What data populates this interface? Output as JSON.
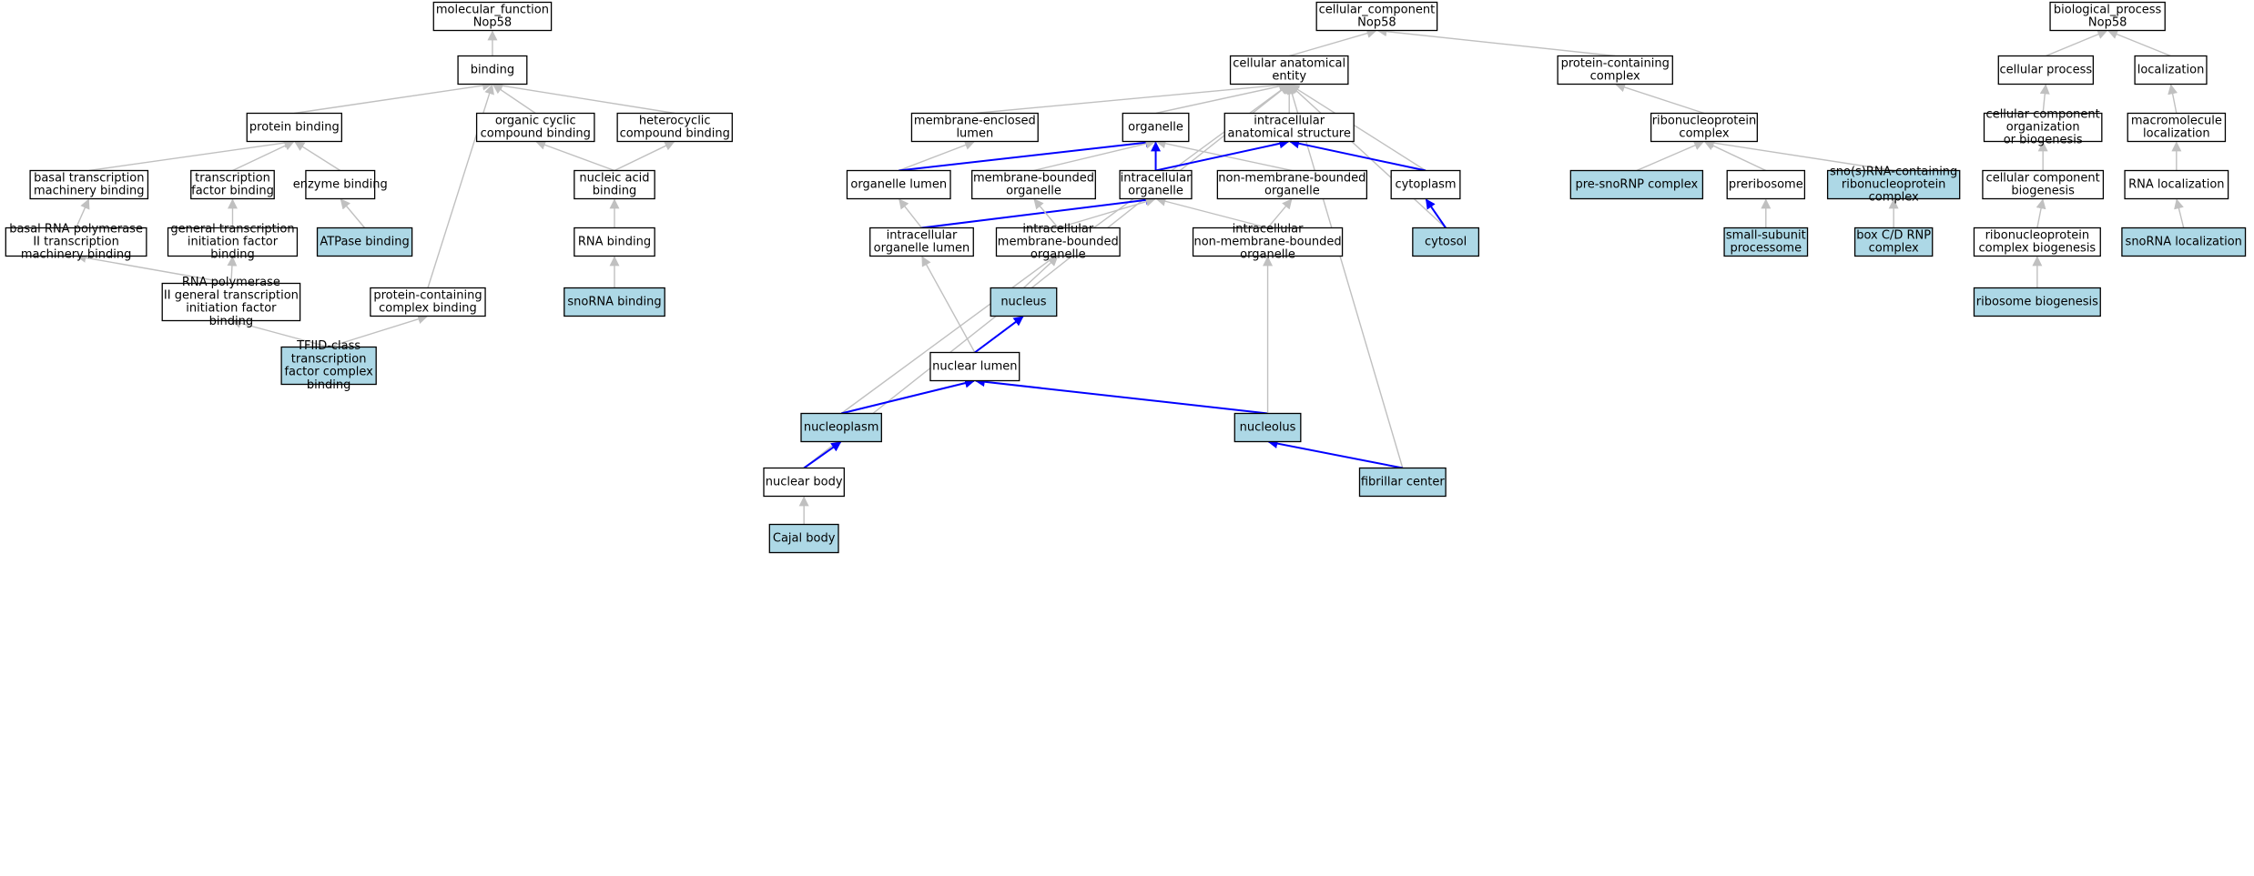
{
  "colors": {
    "highlight": "#add8e6",
    "plain": "#ffffff",
    "edge_default": "#c0c0c0",
    "edge_highlight": "#0000ff"
  },
  "nodes": {
    "mf_root": {
      "lines": [
        "molecular_function",
        "Nop58"
      ],
      "hl": false
    },
    "binding": {
      "lines": [
        "binding"
      ],
      "hl": false
    },
    "protein_binding": {
      "lines": [
        "protein binding"
      ],
      "hl": false
    },
    "organic_cyclic": {
      "lines": [
        "organic cyclic",
        "compound binding"
      ],
      "hl": false
    },
    "heterocyclic": {
      "lines": [
        "heterocyclic",
        "compound binding"
      ],
      "hl": false
    },
    "basal_machinery": {
      "lines": [
        "basal transcription",
        "machinery binding"
      ],
      "hl": false
    },
    "tf_binding": {
      "lines": [
        "transcription",
        "factor binding"
      ],
      "hl": false
    },
    "enzyme_binding": {
      "lines": [
        "enzyme binding"
      ],
      "hl": false
    },
    "nucleic_acid": {
      "lines": [
        "nucleic acid",
        "binding"
      ],
      "hl": false
    },
    "basal_rnap2": {
      "lines": [
        "basal RNA polymerase",
        "II transcription",
        "machinery binding"
      ],
      "hl": false
    },
    "gtif_binding": {
      "lines": [
        "general transcription",
        "initiation factor",
        "binding"
      ],
      "hl": false
    },
    "atpase": {
      "lines": [
        "ATPase binding"
      ],
      "hl": true
    },
    "rna_binding": {
      "lines": [
        "RNA binding"
      ],
      "hl": false
    },
    "rnap2_gtif": {
      "lines": [
        "RNA polymerase",
        "II general transcription",
        "initiation factor",
        "binding"
      ],
      "hl": false
    },
    "pc_complex_binding": {
      "lines": [
        "protein-containing",
        "complex binding"
      ],
      "hl": false
    },
    "snorna_binding": {
      "lines": [
        "snoRNA binding"
      ],
      "hl": true
    },
    "tfiid": {
      "lines": [
        "TFIID-class",
        "transcription",
        "factor complex",
        "binding"
      ],
      "hl": true
    },
    "cc_root": {
      "lines": [
        "cellular_component",
        "Nop58"
      ],
      "hl": false
    },
    "cae": {
      "lines": [
        "cellular anatomical",
        "entity"
      ],
      "hl": false
    },
    "pc_complex": {
      "lines": [
        "protein-containing",
        "complex"
      ],
      "hl": false
    },
    "mem_lumen": {
      "lines": [
        "membrane-enclosed",
        "lumen"
      ],
      "hl": false
    },
    "organelle": {
      "lines": [
        "organelle"
      ],
      "hl": false
    },
    "ias": {
      "lines": [
        "intracellular",
        "anatomical structure"
      ],
      "hl": false
    },
    "rnp_complex": {
      "lines": [
        "ribonucleoprotein",
        "complex"
      ],
      "hl": false
    },
    "organelle_lumen": {
      "lines": [
        "organelle lumen"
      ],
      "hl": false
    },
    "mbo": {
      "lines": [
        "membrane-bounded",
        "organelle"
      ],
      "hl": false
    },
    "io": {
      "lines": [
        "intracellular",
        "organelle"
      ],
      "hl": false
    },
    "nmbo": {
      "lines": [
        "non-membrane-bounded",
        "organelle"
      ],
      "hl": false
    },
    "cytoplasm": {
      "lines": [
        "cytoplasm"
      ],
      "hl": false
    },
    "pre_snornp": {
      "lines": [
        "pre-snoRNP complex"
      ],
      "hl": true
    },
    "preribosome": {
      "lines": [
        "preribosome"
      ],
      "hl": false
    },
    "snorna_rnp": {
      "lines": [
        "sno(s)RNA-containing",
        "ribonucleoprotein",
        "complex"
      ],
      "hl": true
    },
    "iol": {
      "lines": [
        "intracellular",
        "organelle lumen"
      ],
      "hl": false
    },
    "imbo": {
      "lines": [
        "intracellular",
        "membrane-bounded",
        "organelle"
      ],
      "hl": false
    },
    "inmbo": {
      "lines": [
        "intracellular",
        "non-membrane-bounded",
        "organelle"
      ],
      "hl": false
    },
    "cytosol": {
      "lines": [
        "cytosol"
      ],
      "hl": true
    },
    "ssu": {
      "lines": [
        "small-subunit",
        "processome"
      ],
      "hl": true
    },
    "boxcd": {
      "lines": [
        "box C/D RNP",
        "complex"
      ],
      "hl": true
    },
    "nucleus": {
      "lines": [
        "nucleus"
      ],
      "hl": true
    },
    "nuclear_lumen": {
      "lines": [
        "nuclear lumen"
      ],
      "hl": false
    },
    "nucleoplasm": {
      "lines": [
        "nucleoplasm"
      ],
      "hl": true
    },
    "nucleolus": {
      "lines": [
        "nucleolus"
      ],
      "hl": true
    },
    "nuclear_body": {
      "lines": [
        "nuclear body"
      ],
      "hl": false
    },
    "fibrillar": {
      "lines": [
        "fibrillar center"
      ],
      "hl": true
    },
    "cajal": {
      "lines": [
        "Cajal body"
      ],
      "hl": true
    },
    "bp_root": {
      "lines": [
        "biological_process",
        "Nop58"
      ],
      "hl": false
    },
    "cellular_process": {
      "lines": [
        "cellular process"
      ],
      "hl": false
    },
    "localization": {
      "lines": [
        "localization"
      ],
      "hl": false
    },
    "ccob": {
      "lines": [
        "cellular component",
        "organization",
        "or biogenesis"
      ],
      "hl": false
    },
    "macro_loc": {
      "lines": [
        "macromolecule",
        "localization"
      ],
      "hl": false
    },
    "ccb": {
      "lines": [
        "cellular component",
        "biogenesis"
      ],
      "hl": false
    },
    "rna_loc": {
      "lines": [
        "RNA localization"
      ],
      "hl": false
    },
    "rnp_biogenesis": {
      "lines": [
        "ribonucleoprotein",
        "complex biogenesis"
      ],
      "hl": false
    },
    "snorna_loc": {
      "lines": [
        "snoRNA localization"
      ],
      "hl": true
    },
    "ribosome_biogenesis": {
      "lines": [
        "ribosome biogenesis"
      ],
      "hl": true
    }
  },
  "edges": [
    [
      "binding",
      "mf_root",
      false
    ],
    [
      "protein_binding",
      "binding",
      false
    ],
    [
      "organic_cyclic",
      "binding",
      false
    ],
    [
      "heterocyclic",
      "binding",
      false
    ],
    [
      "pc_complex_binding",
      "binding",
      false
    ],
    [
      "basal_machinery",
      "protein_binding",
      false
    ],
    [
      "tf_binding",
      "protein_binding",
      false
    ],
    [
      "enzyme_binding",
      "protein_binding",
      false
    ],
    [
      "nucleic_acid",
      "organic_cyclic",
      false
    ],
    [
      "nucleic_acid",
      "heterocyclic",
      false
    ],
    [
      "basal_rnap2",
      "basal_machinery",
      false
    ],
    [
      "gtif_binding",
      "tf_binding",
      false
    ],
    [
      "atpase",
      "enzyme_binding",
      false
    ],
    [
      "rna_binding",
      "nucleic_acid",
      false
    ],
    [
      "rnap2_gtif",
      "basal_rnap2",
      false
    ],
    [
      "rnap2_gtif",
      "gtif_binding",
      false
    ],
    [
      "snorna_binding",
      "rna_binding",
      false
    ],
    [
      "tfiid",
      "rnap2_gtif",
      false
    ],
    [
      "tfiid",
      "pc_complex_binding",
      false
    ],
    [
      "cae",
      "cc_root",
      false
    ],
    [
      "pc_complex",
      "cc_root",
      false
    ],
    [
      "mem_lumen",
      "cae",
      false
    ],
    [
      "organelle",
      "cae",
      false
    ],
    [
      "ias",
      "cae",
      false
    ],
    [
      "cytoplasm",
      "cae",
      false
    ],
    [
      "cytosol",
      "cae",
      false
    ],
    [
      "nucleoplasm",
      "cae",
      false
    ],
    [
      "nuclear_body",
      "cae",
      false
    ],
    [
      "fibrillar",
      "cae",
      false
    ],
    [
      "rnp_complex",
      "pc_complex",
      false
    ],
    [
      "organelle_lumen",
      "mem_lumen",
      false
    ],
    [
      "organelle_lumen",
      "organelle",
      true
    ],
    [
      "mbo",
      "organelle",
      false
    ],
    [
      "io",
      "organelle",
      true
    ],
    [
      "nmbo",
      "organelle",
      false
    ],
    [
      "io",
      "ias",
      true
    ],
    [
      "cytoplasm",
      "ias",
      true
    ],
    [
      "pre_snornp",
      "rnp_complex",
      false
    ],
    [
      "preribosome",
      "rnp_complex",
      false
    ],
    [
      "snorna_rnp",
      "rnp_complex",
      false
    ],
    [
      "iol",
      "organelle_lumen",
      false
    ],
    [
      "iol",
      "io",
      true
    ],
    [
      "imbo",
      "mbo",
      false
    ],
    [
      "imbo",
      "io",
      false
    ],
    [
      "inmbo",
      "io",
      false
    ],
    [
      "inmbo",
      "nmbo",
      false
    ],
    [
      "cytosol",
      "cytoplasm",
      true
    ],
    [
      "ssu",
      "preribosome",
      false
    ],
    [
      "boxcd",
      "snorna_rnp",
      false
    ],
    [
      "nucleus",
      "imbo",
      false
    ],
    [
      "nuclear_lumen",
      "iol",
      false
    ],
    [
      "nuclear_lumen",
      "nucleus",
      true
    ],
    [
      "nucleoplasm",
      "nuclear_lumen",
      true
    ],
    [
      "nucleolus",
      "nuclear_lumen",
      true
    ],
    [
      "nucleolus",
      "inmbo",
      false
    ],
    [
      "nuclear_body",
      "nucleoplasm",
      true
    ],
    [
      "fibrillar",
      "nucleolus",
      true
    ],
    [
      "cajal",
      "nuclear_body",
      false
    ],
    [
      "cellular_process",
      "bp_root",
      false
    ],
    [
      "localization",
      "bp_root",
      false
    ],
    [
      "ccob",
      "cellular_process",
      false
    ],
    [
      "macro_loc",
      "localization",
      false
    ],
    [
      "ccb",
      "ccob",
      false
    ],
    [
      "rna_loc",
      "macro_loc",
      false
    ],
    [
      "rnp_biogenesis",
      "ccb",
      false
    ],
    [
      "snorna_loc",
      "rna_loc",
      false
    ],
    [
      "ribosome_biogenesis",
      "rnp_biogenesis",
      false
    ]
  ]
}
